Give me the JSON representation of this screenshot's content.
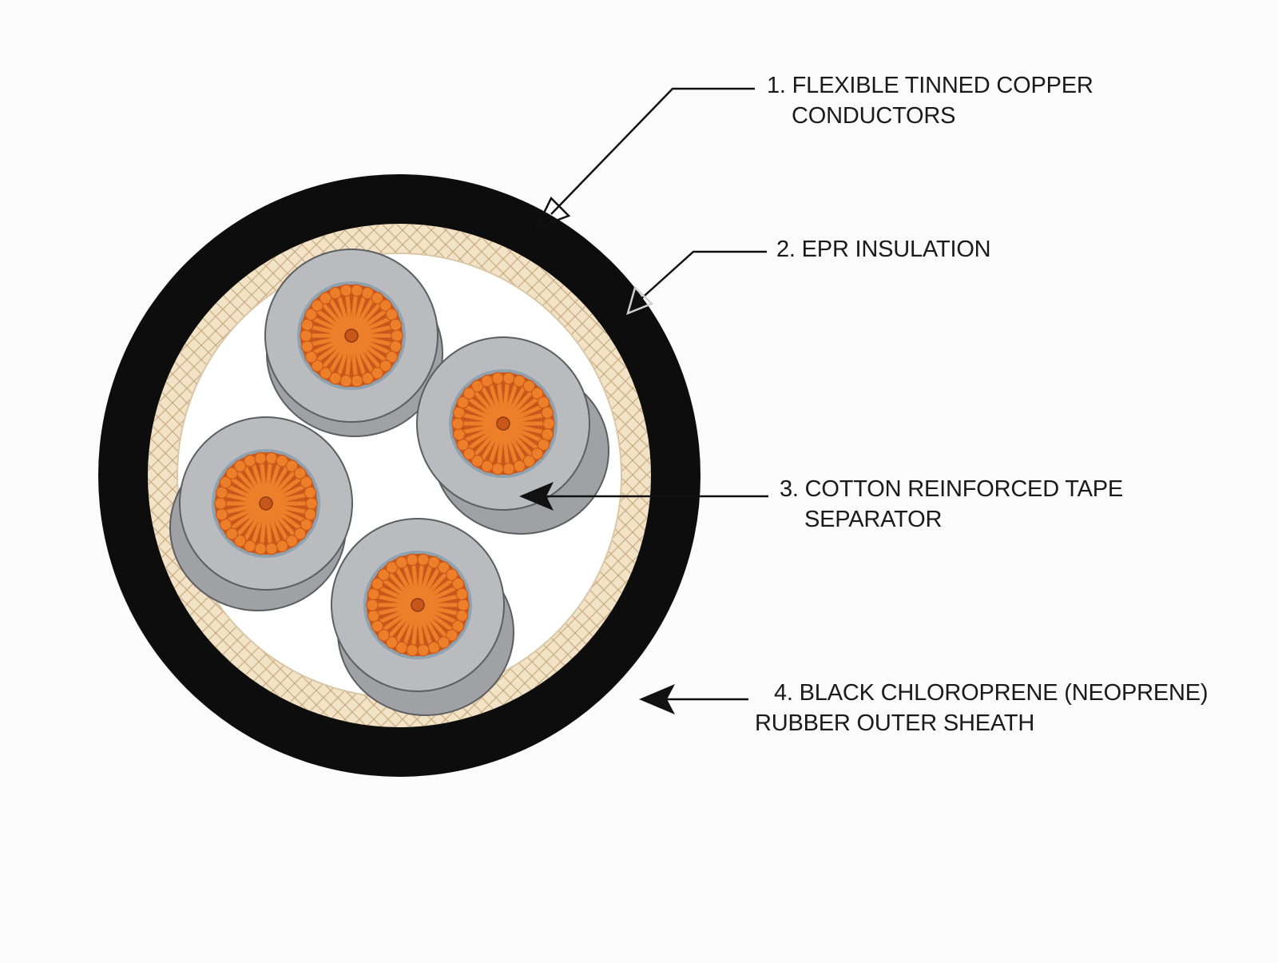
{
  "diagram": {
    "callouts": [
      {
        "number": "1.",
        "lines": [
          "FLEXIBLE TINNED COPPER",
          "CONDUCTORS"
        ]
      },
      {
        "number": "2.",
        "lines": [
          "EPR INSULATION"
        ]
      },
      {
        "number": "3.",
        "lines": [
          "COTTON REINFORCED TAPE",
          "SEPARATOR"
        ]
      },
      {
        "number": "4.",
        "lines": [
          "BLACK CHLOROPRENE (NEOPRENE)",
          "RUBBER OUTER SHEATH"
        ]
      }
    ]
  },
  "colors": {
    "background": "#fbfbfb",
    "outer_sheath": "#0d0d0d",
    "tape": "#f3e3c6",
    "tape_mesh": "#c9ad86",
    "filler": "#ffffff",
    "insulation": "#9fa1a4",
    "insulation_face": "#b9bbbe",
    "copper": "#ee7f2a",
    "copper_dark": "#c9561a",
    "leader": "#111111"
  }
}
